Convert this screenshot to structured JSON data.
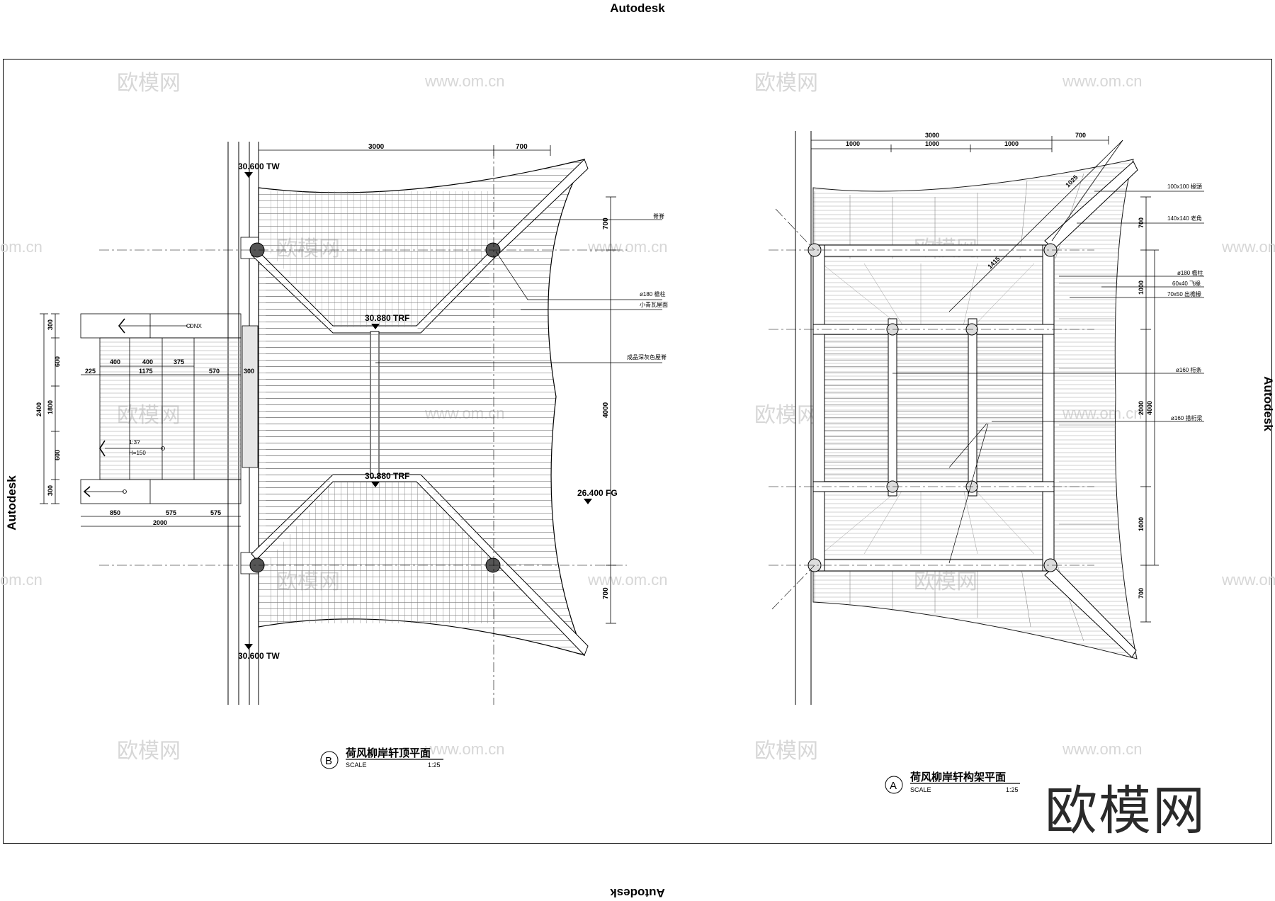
{
  "watermarks": {
    "top": "Autodesk",
    "bottom": "Autodesk",
    "left": "Autodesk",
    "right": "Autodesk",
    "site": "www.om.cn",
    "site_partial": "om.cn",
    "logo_text": "欧模网"
  },
  "brand_text": "欧模网",
  "plan_b": {
    "circle_letter": "B",
    "title": "荷风柳岸轩顶平面",
    "scale_label": "SCALE",
    "scale_value": "1:25",
    "top_dims": [
      "3000",
      "700"
    ],
    "right_dims": [
      "700",
      "4000",
      "700"
    ],
    "elevations": [
      "30.600 TW",
      "30.880 TRF",
      "30.880 TRF",
      "26.400 FG",
      "30.600 TW"
    ],
    "notes": [
      "脊脊",
      "ø180 檐柱",
      "小青瓦屋面",
      "成品深灰色屋脊"
    ],
    "stair": {
      "left_dims": [
        "300",
        "600",
        "1800",
        "600",
        "300",
        "2400"
      ],
      "row_dims_a": [
        "400",
        "400",
        "375"
      ],
      "row_dims_b": [
        "225",
        "1175",
        "570",
        "300"
      ],
      "bottom_dims_a": [
        "850",
        "575",
        "575"
      ],
      "bottom_dims_b": [
        "2000"
      ],
      "dnx": "DNX",
      "slope_a": "1:3?",
      "slope_b": "H=150"
    }
  },
  "plan_a": {
    "circle_letter": "A",
    "title": "荷风柳岸轩构架平面",
    "scale_label": "SCALE",
    "scale_value": "1:25",
    "top_dims": [
      "3000",
      "700"
    ],
    "top_sub_dims": [
      "1000",
      "1000",
      "1000"
    ],
    "diag_dims": [
      "1025",
      "1415"
    ],
    "right_dims": [
      "700",
      "1000",
      "2000",
      "4000",
      "1000",
      "700"
    ],
    "notes": [
      "100x100 椽頭",
      "140x140 老角",
      "ø180 檐柱",
      "60x40 飞椽",
      "70x50 出檐椽",
      "ø160 桁条",
      "ø160 搭桁梁"
    ]
  }
}
